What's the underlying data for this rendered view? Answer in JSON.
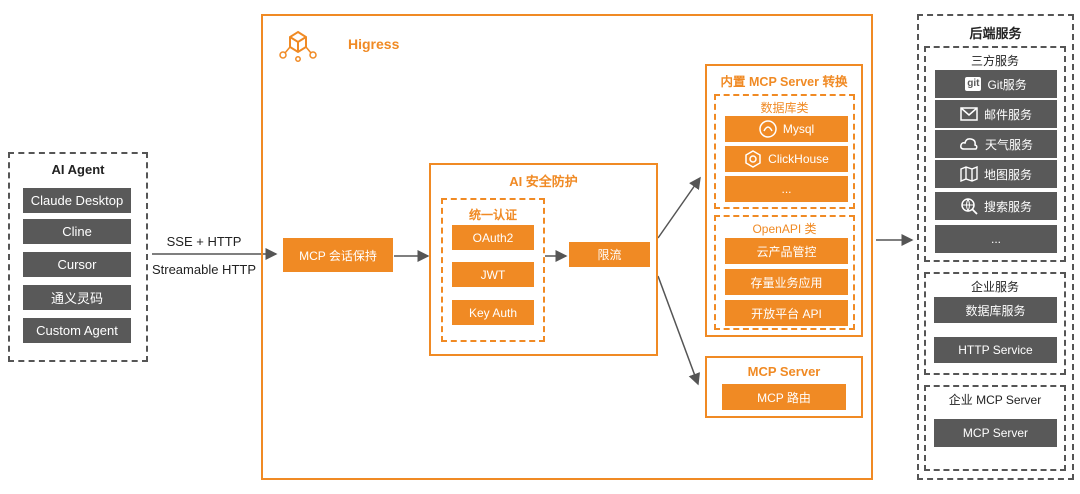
{
  "ai_agent": {
    "title": "AI Agent",
    "items": [
      "Claude Desktop",
      "Cline",
      "Cursor",
      "通义灵码",
      "Custom Agent"
    ]
  },
  "protocol": {
    "line1": "SSE + HTTP",
    "line2": "Streamable HTTP"
  },
  "higress": {
    "title": "Higress",
    "session": "MCP 会话保持",
    "security": {
      "title": "AI 安全防护",
      "auth_title": "统一认证",
      "auth_items": [
        "OAuth2",
        "JWT",
        "Key Auth"
      ],
      "rate_limit": "限流"
    },
    "builtin": {
      "title": "内置 MCP Server 转换",
      "db": {
        "title": "数据库类",
        "items": [
          "Mysql",
          "ClickHouse",
          "..."
        ]
      },
      "openapi": {
        "title": "OpenAPI 类",
        "items": [
          "云产品管控",
          "存量业务应用",
          "开放平台 API"
        ]
      }
    },
    "mcp_server": {
      "title": "MCP Server",
      "route": "MCP 路由"
    }
  },
  "backend": {
    "title": "后端服务",
    "third_party": {
      "title": "三方服务",
      "items": [
        {
          "label": "Git服务",
          "icon": "git-icon"
        },
        {
          "label": "邮件服务",
          "icon": "mail-icon"
        },
        {
          "label": "天气服务",
          "icon": "weather-icon"
        },
        {
          "label": "地图服务",
          "icon": "map-icon"
        },
        {
          "label": "搜索服务",
          "icon": "search-icon"
        },
        {
          "label": "...",
          "icon": ""
        }
      ]
    },
    "enterprise": {
      "title": "企业服务",
      "items": [
        "数据库服务",
        "HTTP Service"
      ]
    },
    "enterprise_mcp": {
      "title": "企业 MCP Server",
      "items": [
        "MCP Server"
      ]
    }
  },
  "colors": {
    "accent": "#f08a24",
    "dark": "#595959",
    "git_icon_bg": "#ffffff"
  },
  "icon_glyphs": {
    "git": "git"
  }
}
